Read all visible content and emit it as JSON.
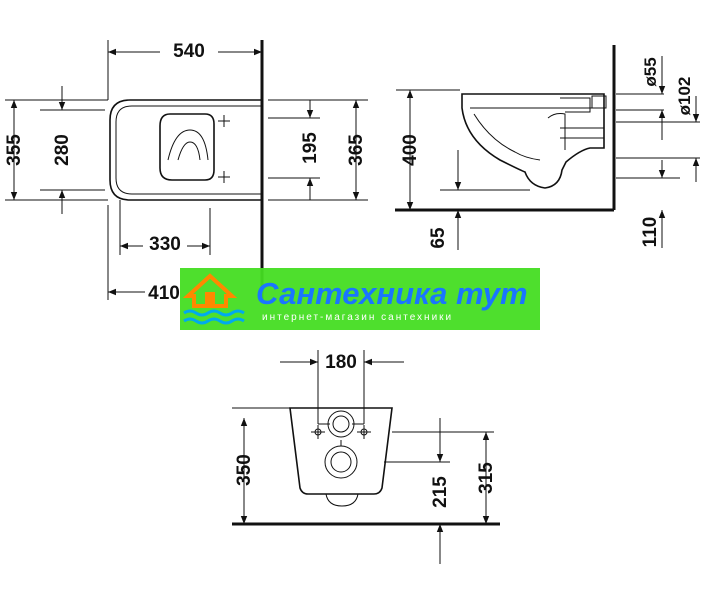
{
  "top_view": {
    "width": "540",
    "length_outer": "355",
    "length_inner": "280",
    "fix_height": "195",
    "seat_height": "365",
    "rear_to_hole": "330",
    "depth": "410"
  },
  "side_view": {
    "height": "400",
    "floor_gap": "65",
    "pipe_small": "ø55",
    "pipe_large": "ø102",
    "outlet_height": "110"
  },
  "rear_view": {
    "bolt_spacing": "180",
    "total_height": "350",
    "outlet_height": "215",
    "bolt_height": "315"
  },
  "watermark": {
    "title": "Сантехника тут",
    "subtitle": "интернет-магазин сантехники",
    "title_color": "#1a75ff",
    "bar_color": "#44dd22",
    "logo_color": "#ff8800",
    "wave_color": "#00aaee"
  }
}
